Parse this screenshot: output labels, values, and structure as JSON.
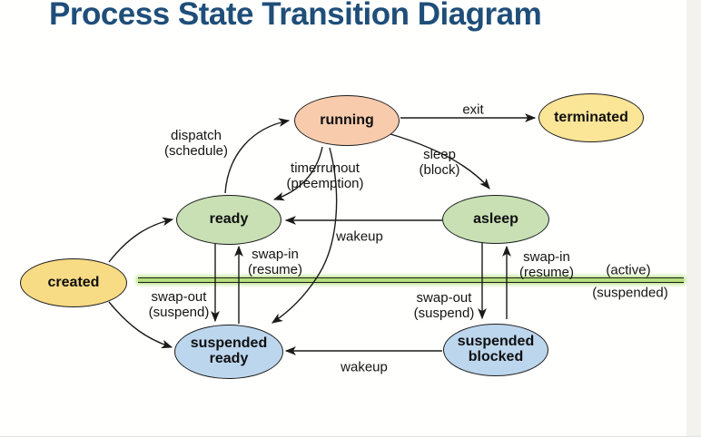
{
  "title": "Process State Transition Diagram",
  "colors": {
    "title_text": "#1F4E79",
    "node_running": "#F8CBAD",
    "node_terminated": "#FBE597",
    "node_created": "#F8DB85",
    "node_ready": "#C8E0B4",
    "node_asleep": "#C8E0B4",
    "node_suspended": "#BCD6ED",
    "divider_green": "#B6E07D",
    "arrow": "#1A1A1A"
  },
  "nodes": {
    "running": {
      "label": "running"
    },
    "terminated": {
      "label": "terminated"
    },
    "ready": {
      "label": "ready"
    },
    "asleep": {
      "label": "asleep"
    },
    "created": {
      "label": "created"
    },
    "suspended_ready": {
      "line1": "suspended",
      "line2": "ready"
    },
    "suspended_blocked": {
      "line1": "suspended",
      "line2": "blocked"
    }
  },
  "edge_labels": {
    "dispatch": {
      "line1": "dispatch",
      "line2": "(schedule)"
    },
    "timer_runout": {
      "line1": "timerrunout",
      "line2": "(preemption)"
    },
    "sleep": {
      "line1": "sleep",
      "line2": "(block)"
    },
    "exit": {
      "label": "exit"
    },
    "wakeup_top": {
      "label": "wakeup"
    },
    "wakeup_bottom": {
      "label": "wakeup"
    },
    "swap_in_left": {
      "line1": "swap-in",
      "line2": "(resume)"
    },
    "swap_out_left": {
      "line1": "swap-out",
      "line2": "(suspend)"
    },
    "swap_in_right": {
      "line1": "swap-in",
      "line2": "(resume)"
    },
    "swap_out_right": {
      "line1": "swap-out",
      "line2": "(suspend)"
    }
  },
  "region_labels": {
    "active": "(active)",
    "suspended": "(suspended)"
  }
}
